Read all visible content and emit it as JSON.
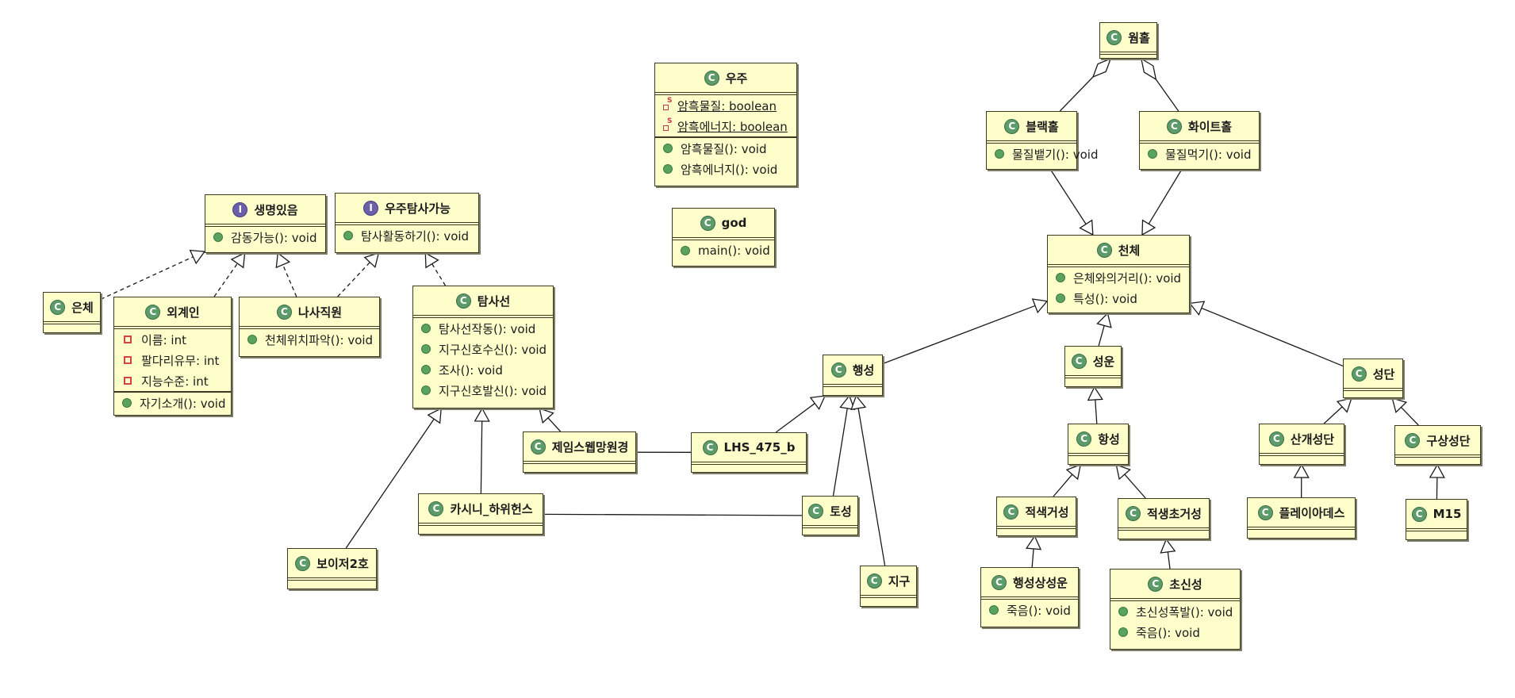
{
  "colors": {
    "node_fill": "#fefecb",
    "node_border": "#3a3a22",
    "class_badge": "#5d9b6a",
    "interface_badge": "#6c5ea8",
    "public_marker": "#5aa35f",
    "private_marker": "#d0444a",
    "static_marker": "#c7364f"
  },
  "nodes": {
    "wormhole": {
      "name": "웜홀",
      "kind": "class",
      "badge": "C",
      "fields": [],
      "methods": []
    },
    "universe": {
      "name": "우주",
      "kind": "class",
      "badge": "C",
      "fields": [
        {
          "text": "암흑물질: boolean",
          "vis": "static"
        },
        {
          "text": "암흑에너지: boolean",
          "vis": "static"
        }
      ],
      "methods": [
        {
          "text": "암흑물질(): void"
        },
        {
          "text": "암흑에너지(): void"
        }
      ]
    },
    "god": {
      "name": "god",
      "kind": "class",
      "badge": "C",
      "fields": [],
      "methods": [
        {
          "text": "main(): void"
        }
      ]
    },
    "blackhole": {
      "name": "블랙홀",
      "kind": "class",
      "badge": "C",
      "fields": [],
      "methods": [
        {
          "text": "물질뱉기(): void"
        }
      ]
    },
    "whitehole": {
      "name": "화이트홀",
      "kind": "class",
      "badge": "C",
      "fields": [],
      "methods": [
        {
          "text": "물질먹기(): void"
        }
      ]
    },
    "celestial": {
      "name": "천체",
      "kind": "class",
      "badge": "C",
      "fields": [],
      "methods": [
        {
          "text": "은체와의거리(): void"
        },
        {
          "text": "특성(): void"
        }
      ]
    },
    "alive": {
      "name": "생명있음",
      "kind": "interface",
      "badge": "I",
      "fields": [],
      "methods": [
        {
          "text": "감동가능(): void"
        }
      ]
    },
    "explorable": {
      "name": "우주탐사가능",
      "kind": "interface",
      "badge": "I",
      "fields": [],
      "methods": [
        {
          "text": "탐사활동하기(): void"
        }
      ]
    },
    "eunche": {
      "name": "은체",
      "kind": "class",
      "badge": "C",
      "fields": [],
      "methods": []
    },
    "alien": {
      "name": "외계인",
      "kind": "class",
      "badge": "C",
      "fields": [
        {
          "text": "이름: int",
          "vis": "private"
        },
        {
          "text": "팔다리유무: int",
          "vis": "private"
        },
        {
          "text": "지능수준: int",
          "vis": "private"
        }
      ],
      "methods": [
        {
          "text": "자기소개(): void"
        }
      ]
    },
    "nasa": {
      "name": "나사직원",
      "kind": "class",
      "badge": "C",
      "fields": [],
      "methods": [
        {
          "text": "천체위치파악(): void"
        }
      ]
    },
    "probe": {
      "name": "탐사선",
      "kind": "class",
      "badge": "C",
      "fields": [],
      "methods": [
        {
          "text": "탐사선작동(): void"
        },
        {
          "text": "지구신호수신(): void"
        },
        {
          "text": "조사(): void"
        },
        {
          "text": "지구신호발신(): void"
        }
      ]
    },
    "planet": {
      "name": "행성",
      "kind": "class",
      "badge": "C",
      "fields": [],
      "methods": []
    },
    "nebula": {
      "name": "성운",
      "kind": "class",
      "badge": "C",
      "fields": [],
      "methods": []
    },
    "cluster": {
      "name": "성단",
      "kind": "class",
      "badge": "C",
      "fields": [],
      "methods": []
    },
    "jwst": {
      "name": "제임스웹망원경",
      "kind": "class",
      "badge": "C",
      "fields": [],
      "methods": []
    },
    "lhs": {
      "name": "LHS_475_b",
      "kind": "class",
      "badge": "C",
      "fields": [],
      "methods": []
    },
    "star": {
      "name": "항성",
      "kind": "class",
      "badge": "C",
      "fields": [],
      "methods": []
    },
    "opencluster": {
      "name": "산개성단",
      "kind": "class",
      "badge": "C",
      "fields": [],
      "methods": []
    },
    "globular": {
      "name": "구상성단",
      "kind": "class",
      "badge": "C",
      "fields": [],
      "methods": []
    },
    "cassini": {
      "name": "카시니_하위헌스",
      "kind": "class",
      "badge": "C",
      "fields": [],
      "methods": []
    },
    "saturn": {
      "name": "토성",
      "kind": "class",
      "badge": "C",
      "fields": [],
      "methods": []
    },
    "redgiant": {
      "name": "적색거성",
      "kind": "class",
      "badge": "C",
      "fields": [],
      "methods": []
    },
    "redsupergiant": {
      "name": "적생초거성",
      "kind": "class",
      "badge": "C",
      "fields": [],
      "methods": []
    },
    "pleiades": {
      "name": "플레이아데스",
      "kind": "class",
      "badge": "C",
      "fields": [],
      "methods": []
    },
    "m15": {
      "name": "M15",
      "kind": "class",
      "badge": "C",
      "fields": [],
      "methods": []
    },
    "voyager": {
      "name": "보이저2호",
      "kind": "class",
      "badge": "C",
      "fields": [],
      "methods": []
    },
    "earth": {
      "name": "지구",
      "kind": "class",
      "badge": "C",
      "fields": [],
      "methods": []
    },
    "planetneb": {
      "name": "행성상성운",
      "kind": "class",
      "badge": "C",
      "fields": [],
      "methods": [
        {
          "text": "죽음(): void"
        }
      ]
    },
    "supernova": {
      "name": "초신성",
      "kind": "class",
      "badge": "C",
      "fields": [],
      "methods": [
        {
          "text": "초신성폭발(): void"
        },
        {
          "text": "죽음(): void"
        }
      ]
    }
  },
  "relations": [
    {
      "from": "blackhole",
      "to": "wormhole",
      "type": "aggregation"
    },
    {
      "from": "whitehole",
      "to": "wormhole",
      "type": "aggregation"
    },
    {
      "from": "blackhole",
      "to": "celestial",
      "type": "generalization"
    },
    {
      "from": "whitehole",
      "to": "celestial",
      "type": "generalization"
    },
    {
      "from": "planet",
      "to": "celestial",
      "type": "generalization"
    },
    {
      "from": "nebula",
      "to": "celestial",
      "type": "generalization"
    },
    {
      "from": "cluster",
      "to": "celestial",
      "type": "generalization"
    },
    {
      "from": "star",
      "to": "nebula",
      "type": "generalization"
    },
    {
      "from": "redgiant",
      "to": "star",
      "type": "generalization"
    },
    {
      "from": "redsupergiant",
      "to": "star",
      "type": "generalization"
    },
    {
      "from": "planetneb",
      "to": "redgiant",
      "type": "generalization"
    },
    {
      "from": "supernova",
      "to": "redsupergiant",
      "type": "generalization"
    },
    {
      "from": "opencluster",
      "to": "cluster",
      "type": "generalization"
    },
    {
      "from": "globular",
      "to": "cluster",
      "type": "generalization"
    },
    {
      "from": "pleiades",
      "to": "opencluster",
      "type": "generalization"
    },
    {
      "from": "m15",
      "to": "globular",
      "type": "generalization"
    },
    {
      "from": "lhs",
      "to": "planet",
      "type": "generalization"
    },
    {
      "from": "saturn",
      "to": "planet",
      "type": "generalization"
    },
    {
      "from": "earth",
      "to": "planet",
      "type": "generalization"
    },
    {
      "from": "voyager",
      "to": "probe",
      "type": "generalization"
    },
    {
      "from": "cassini",
      "to": "probe",
      "type": "generalization"
    },
    {
      "from": "jwst",
      "to": "probe",
      "type": "generalization"
    },
    {
      "from": "eunche",
      "to": "alive",
      "type": "realization"
    },
    {
      "from": "alien",
      "to": "alive",
      "type": "realization"
    },
    {
      "from": "nasa",
      "to": "alive",
      "type": "realization"
    },
    {
      "from": "nasa",
      "to": "explorable",
      "type": "realization"
    },
    {
      "from": "probe",
      "to": "explorable",
      "type": "realization"
    },
    {
      "from": "jwst",
      "to": "lhs",
      "type": "association"
    },
    {
      "from": "cassini",
      "to": "saturn",
      "type": "association"
    }
  ]
}
